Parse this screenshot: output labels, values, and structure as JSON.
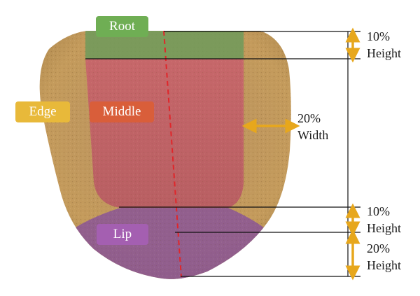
{
  "regions": {
    "root": {
      "label": "Root",
      "color": "#6fae54"
    },
    "edge": {
      "label": "Edge",
      "color": "#e8b93a"
    },
    "middle": {
      "label": "Middle",
      "color": "#d95e3a"
    },
    "lip": {
      "label": "Lip",
      "color": "#a45fb1"
    }
  },
  "measurements": {
    "root_height": {
      "value": "10%",
      "unit": "Height"
    },
    "edge_width": {
      "value": "20%",
      "unit": "Width"
    },
    "middle_gap_height": {
      "value": "10%",
      "unit": "Height"
    },
    "lip_height": {
      "value": "20%",
      "unit": "Height"
    }
  },
  "colors": {
    "arrow": "#e7a71c",
    "centerline": "#e0262a",
    "guide": "#111111",
    "tongue_base": "#b08a4e",
    "tongue_edge": "#caa062"
  }
}
